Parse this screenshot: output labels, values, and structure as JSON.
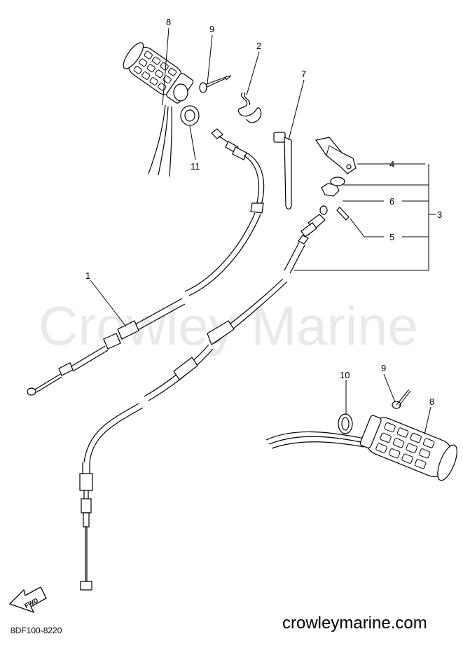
{
  "watermark": "Crowley Marine",
  "diagram_code": "8DF100-8220",
  "site": "crowleymarine.com",
  "fwd_label": "FWD",
  "callouts": {
    "c1": "1",
    "c2": "2",
    "c3": "3",
    "c4": "4",
    "c5": "5",
    "c6": "6",
    "c7": "7",
    "c8_top": "8",
    "c9_top": "9",
    "c11": "11",
    "c10": "10",
    "c9_bottom": "9",
    "c8_bottom": "8"
  }
}
